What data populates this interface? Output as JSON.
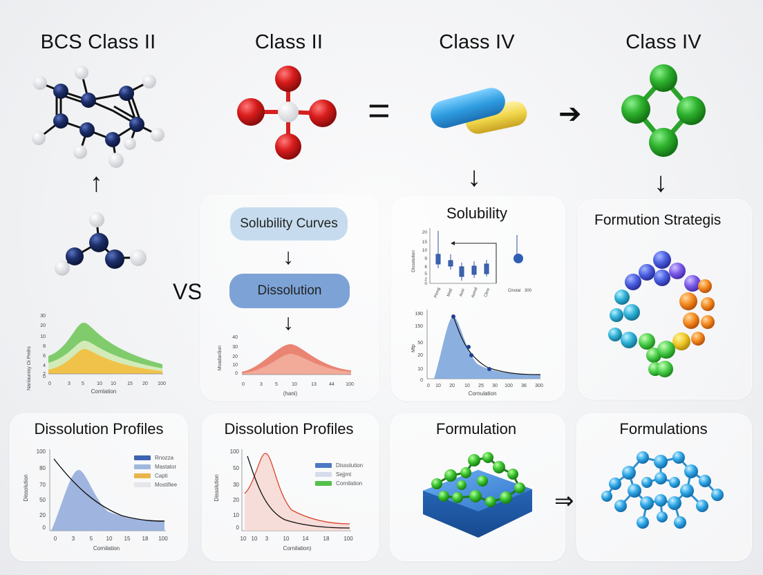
{
  "titles": {
    "t1": "BCS Class II",
    "t2": "Class II",
    "t3": "Class IV",
    "t4": "Class IV"
  },
  "symbols": {
    "equals": "=",
    "vs": "VS",
    "implies": "⇒"
  },
  "flow": {
    "pill_top": "Solubility Curves",
    "pill_mid": "Dissolution"
  },
  "right_label": "Formution Strategis",
  "panels": {
    "solubility": "Solubility",
    "dp1": "Dissolution Profiles",
    "dp2": "Dissolution Profiles",
    "formulation": "Formulation",
    "formulations": "Formulations"
  },
  "colors": {
    "navy_atom": "#1d2f6b",
    "red_atom": "#d91c1c",
    "green_atom": "#2fb32f",
    "blue_pill": "#3aa7e6",
    "yellow_pill": "#f0d64a",
    "pill_bg_top": "#c9ddef",
    "pill_bg_mid": "#7ea3d6"
  },
  "chart_data": [
    {
      "type": "area",
      "id": "left-small",
      "ylabel": "Nanlaunisy Oi Pmfrs",
      "xlabel": "Cornlation",
      "y_ticks": [
        "0",
        "2",
        "4",
        "6",
        "8",
        "10",
        "20",
        "30"
      ],
      "x_ticks": [
        "0",
        "3",
        "5",
        "10",
        "10",
        "15",
        "20",
        "100"
      ],
      "series": [
        {
          "color": "#7cc96a",
          "peak": 0.62
        },
        {
          "color": "#cfe9b5",
          "peak": 0.38
        },
        {
          "color": "#f2c44d",
          "peak": 0.26
        }
      ]
    },
    {
      "type": "area",
      "id": "mid-small",
      "ylabel": "Moadanlion",
      "xlabel": "(hani)",
      "y_ticks": [
        "0",
        "10",
        "20",
        "30",
        "40"
      ],
      "x_ticks": [
        "0",
        "3",
        "5",
        "10",
        "13",
        "44",
        "100"
      ],
      "series": [
        {
          "color": "#e3654a",
          "peak": 0.47
        }
      ]
    },
    {
      "type": "bar",
      "id": "solubility-box",
      "ylabel": "Dissolution",
      "y_ticks": [
        "0",
        "2",
        "5",
        "6",
        "9",
        "10",
        "15",
        "20"
      ],
      "x_ticks": [
        "Pinng",
        "Mad",
        "Aosi",
        "Asmd",
        "Clins",
        "Cinstal",
        "300"
      ]
    },
    {
      "type": "line",
      "id": "solubility-curve",
      "ylabel": "Mtp",
      "xlabel": "Cornulation",
      "y_ticks": [
        "0",
        "10",
        "20",
        "50",
        "150",
        "190"
      ],
      "x_ticks": [
        "0",
        "10",
        "20",
        "10",
        "25",
        "30",
        "100",
        "36",
        "300"
      ]
    },
    {
      "type": "line",
      "id": "dp1-chart",
      "ylabel": "Dissolution",
      "xlabel": "Cornilation",
      "y_ticks": [
        "0",
        "20",
        "50",
        "70",
        "80",
        "100"
      ],
      "x_ticks": [
        "0",
        "3",
        "5",
        "10",
        "15",
        "18",
        "100"
      ],
      "legend": [
        {
          "label": "Rnozza",
          "color": "#3c64b0"
        },
        {
          "label": "Mastator",
          "color": "#9fb7dd"
        },
        {
          "label": "Capti",
          "color": "#ebb44a"
        },
        {
          "label": "Mostifiee",
          "color": "#e4e6ea"
        }
      ]
    },
    {
      "type": "line",
      "id": "dp2-chart",
      "ylabel": "Dissolution",
      "xlabel": "Cornilation)",
      "y_ticks": [
        "0",
        "10",
        "20",
        "30",
        "50",
        "100"
      ],
      "x_ticks": [
        "10",
        "10",
        "3",
        "10",
        "14",
        "18",
        "100"
      ],
      "legend": [
        {
          "label": "Dissolution",
          "color": "#4c78c4"
        },
        {
          "label": "Sejjmt",
          "color": "#d6dcea"
        },
        {
          "label": "Cornilation",
          "color": "#55c04b"
        }
      ]
    }
  ]
}
